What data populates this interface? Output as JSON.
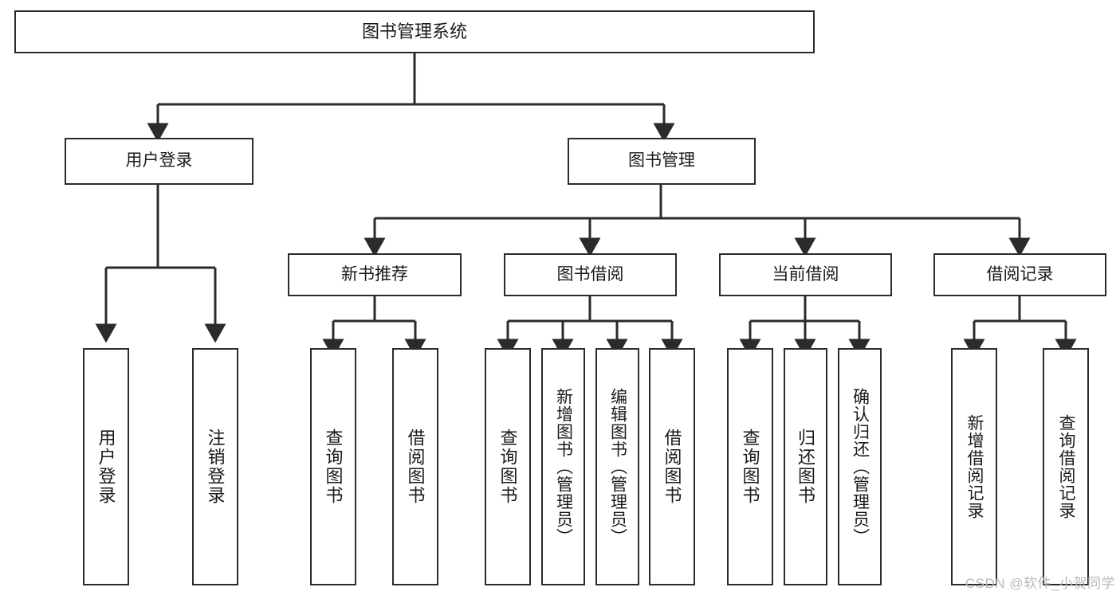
{
  "diagram": {
    "title": "图书管理系统",
    "type": "tree",
    "orientation": "top-down",
    "background_color": "#ffffff",
    "node_border_color": "#2b2b2b",
    "node_fill_color": "#ffffff",
    "edge_color": "#2b2b2b",
    "text_color": "#1a1a1a"
  },
  "watermark": {
    "text": "CSDN @软件_小贺同学",
    "color": "#b9b9b9"
  },
  "nodes": {
    "root": {
      "label": "图书管理系统",
      "level": 0
    },
    "user_login": {
      "label": "用户登录",
      "level": 1
    },
    "book_manage": {
      "label": "图书管理",
      "level": 1
    },
    "new_book_rec": {
      "label": "新书推荐",
      "level": 2
    },
    "book_borrow": {
      "label": "图书借阅",
      "level": 2
    },
    "current_borrow": {
      "label": "当前借阅",
      "level": 2
    },
    "borrow_record": {
      "label": "借阅记录",
      "level": 2
    },
    "leaf_user_login": {
      "label": "用户登录",
      "level": 3
    },
    "leaf_logout": {
      "label": "注销登录",
      "level": 3
    },
    "leaf_query_book_1": {
      "label": "查询图书",
      "level": 3
    },
    "leaf_borrow_book_1": {
      "label": "借阅图书",
      "level": 3
    },
    "leaf_query_book_2": {
      "label": "查询图书",
      "level": 3
    },
    "leaf_add_book": {
      "label": "新增图书（管理员）",
      "level": 3
    },
    "leaf_edit_book": {
      "label": "编辑图书（管理员）",
      "level": 3
    },
    "leaf_borrow_book_2": {
      "label": "借阅图书",
      "level": 3
    },
    "leaf_query_book_3": {
      "label": "查询图书",
      "level": 3
    },
    "leaf_return_book": {
      "label": "归还图书",
      "level": 3
    },
    "leaf_confirm_return": {
      "label": "确认归还（管理员）",
      "level": 3
    },
    "leaf_add_record": {
      "label": "新增借阅记录",
      "level": 3
    },
    "leaf_query_record": {
      "label": "查询借阅记录",
      "level": 3
    }
  },
  "edges": [
    {
      "from": "root",
      "to": "user_login"
    },
    {
      "from": "root",
      "to": "book_manage"
    },
    {
      "from": "user_login",
      "to": "leaf_user_login"
    },
    {
      "from": "user_login",
      "to": "leaf_logout"
    },
    {
      "from": "book_manage",
      "to": "new_book_rec"
    },
    {
      "from": "book_manage",
      "to": "book_borrow"
    },
    {
      "from": "book_manage",
      "to": "current_borrow"
    },
    {
      "from": "book_manage",
      "to": "borrow_record"
    },
    {
      "from": "new_book_rec",
      "to": "leaf_query_book_1"
    },
    {
      "from": "new_book_rec",
      "to": "leaf_borrow_book_1"
    },
    {
      "from": "book_borrow",
      "to": "leaf_query_book_2"
    },
    {
      "from": "book_borrow",
      "to": "leaf_add_book"
    },
    {
      "from": "book_borrow",
      "to": "leaf_edit_book"
    },
    {
      "from": "book_borrow",
      "to": "leaf_borrow_book_2"
    },
    {
      "from": "current_borrow",
      "to": "leaf_query_book_3"
    },
    {
      "from": "current_borrow",
      "to": "leaf_return_book"
    },
    {
      "from": "current_borrow",
      "to": "leaf_confirm_return"
    },
    {
      "from": "borrow_record",
      "to": "leaf_add_record"
    },
    {
      "from": "borrow_record",
      "to": "leaf_query_record"
    }
  ]
}
